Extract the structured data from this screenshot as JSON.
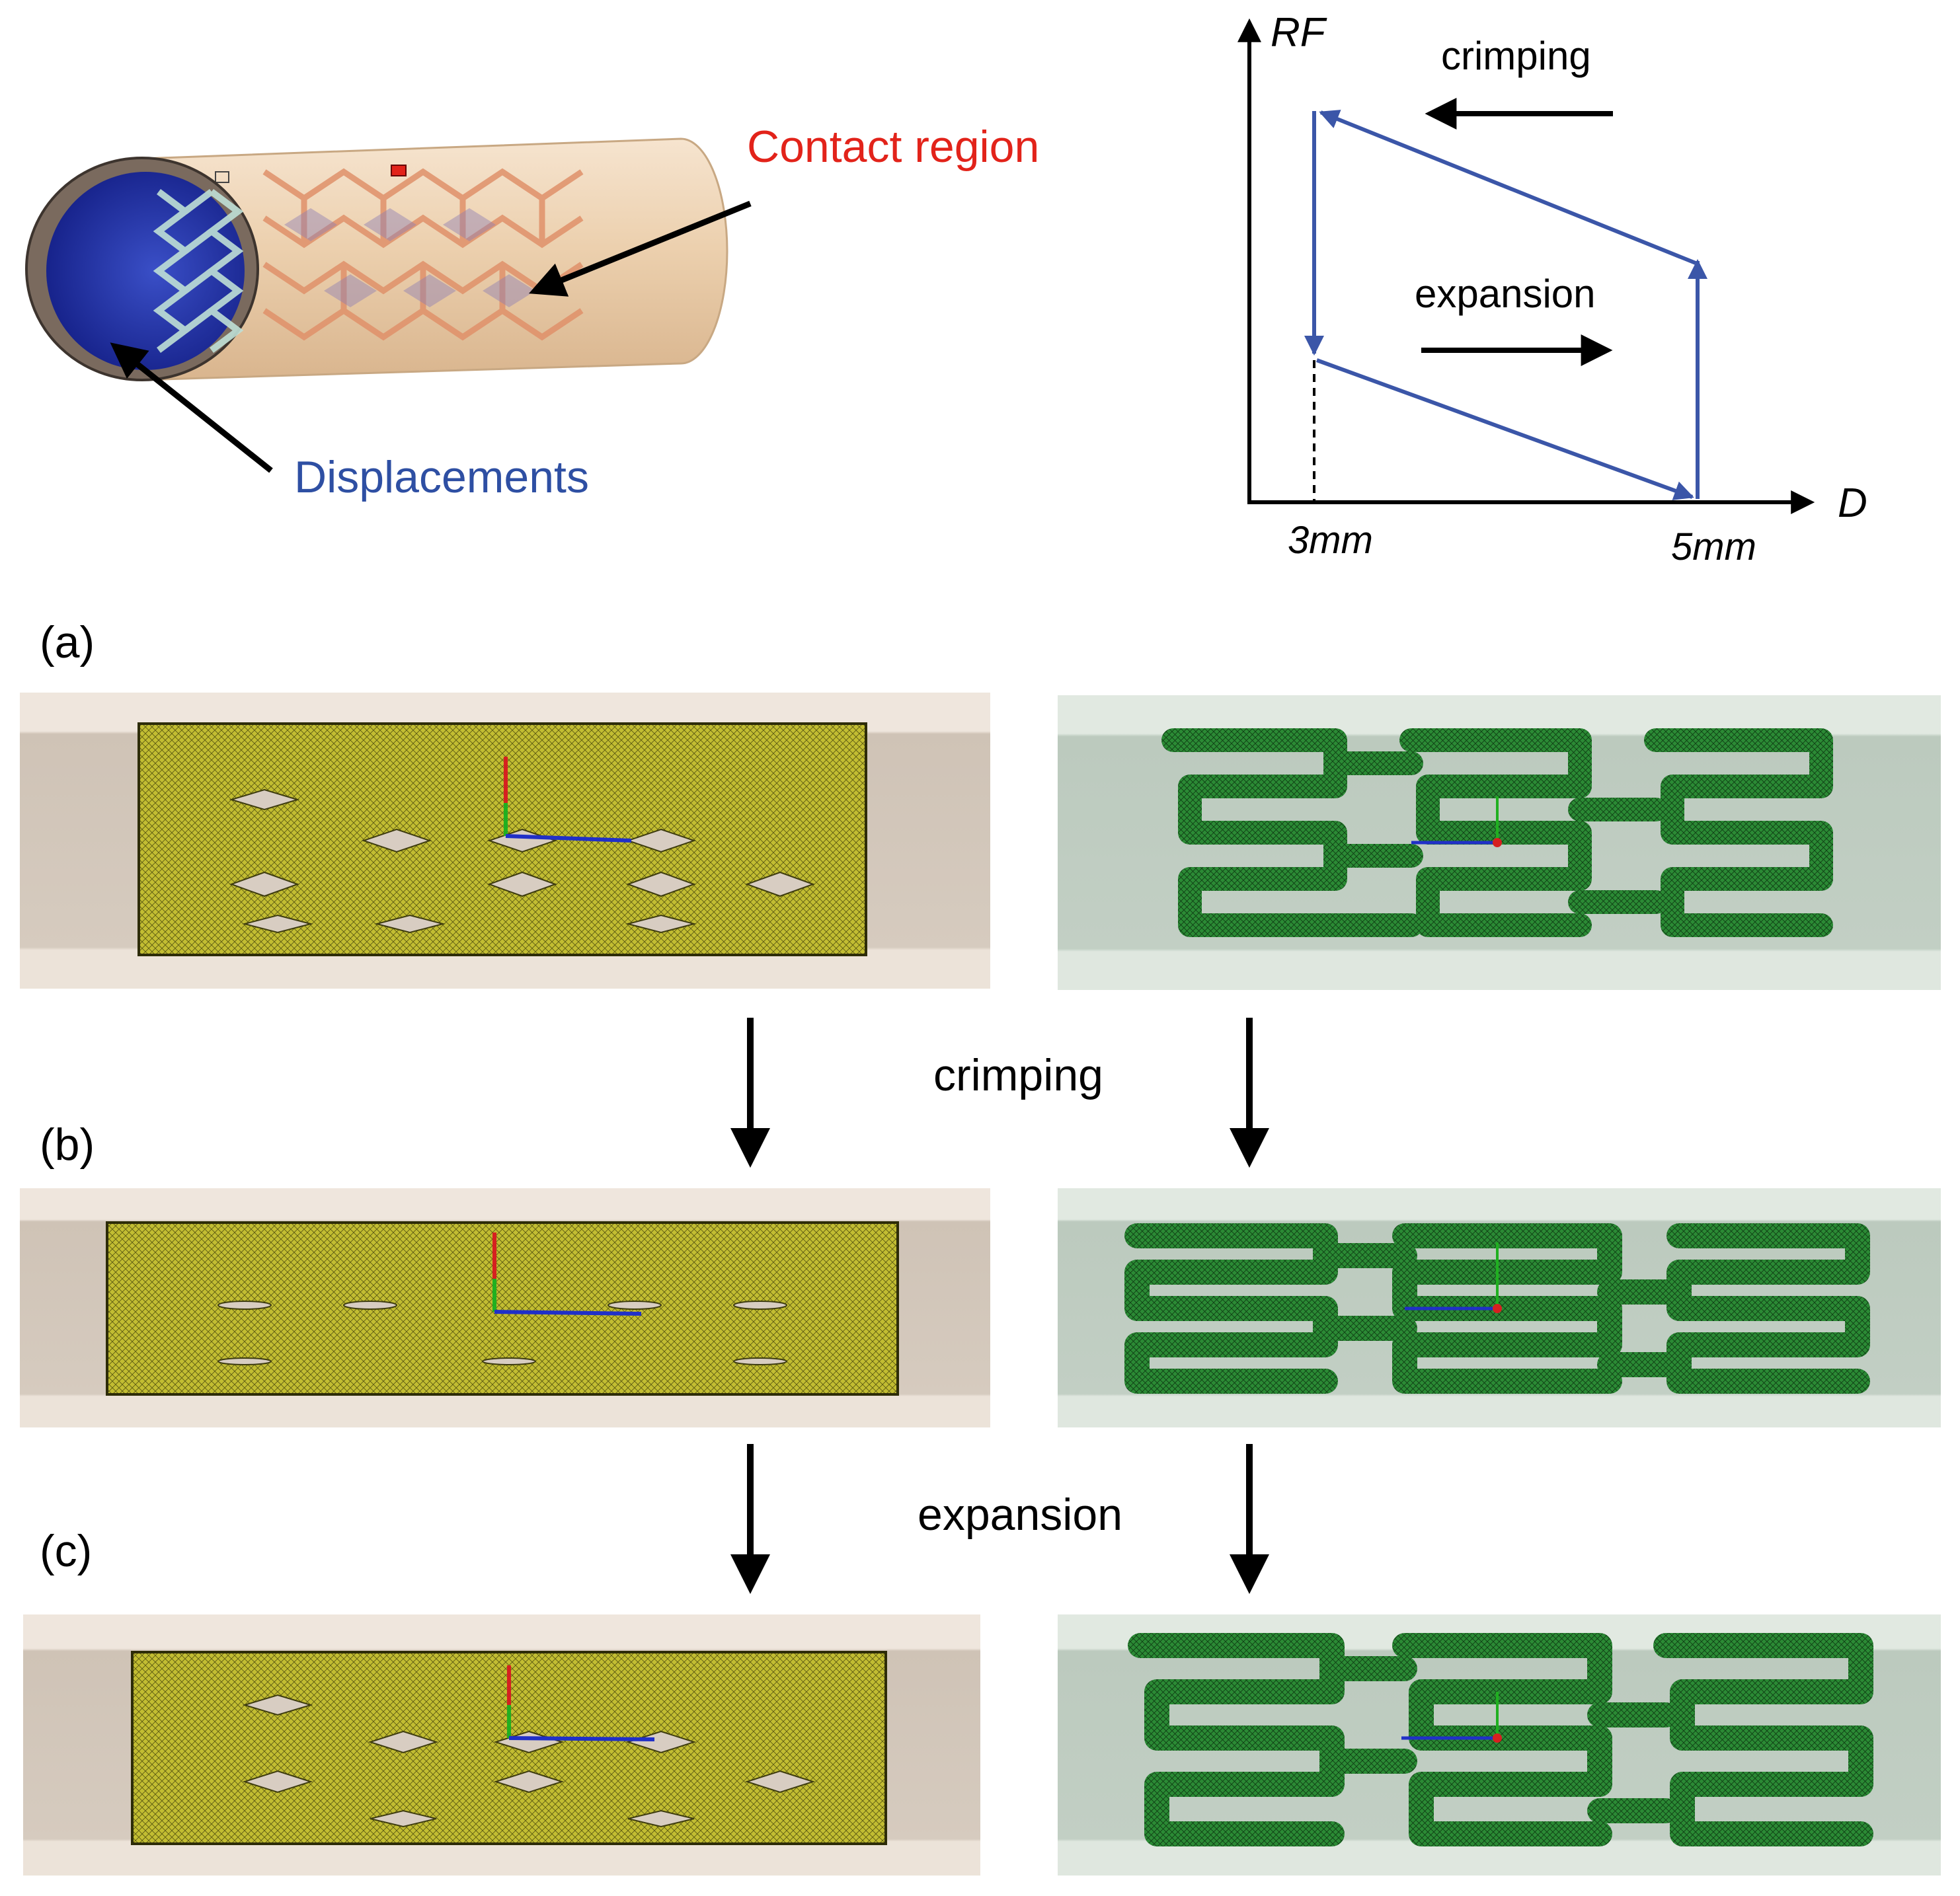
{
  "top_left": {
    "contact_label": "Contact region",
    "displacement_label": "Displacements",
    "colors": {
      "contact": "#e2231a",
      "displacement": "#2e4fa3",
      "tube": "#eccfae",
      "lumen": "#1f2fa0"
    }
  },
  "graph": {
    "y_axis_label": "RF",
    "x_axis_label": "D",
    "tick_3": "3mm",
    "tick_5": "5mm",
    "crimping_label": "crimping",
    "expansion_label": "expansion",
    "loop_color": "#3b56a8"
  },
  "stages": {
    "a": "(a)",
    "b": "(b)",
    "c": "(c)",
    "crimping_label": "crimping",
    "expansion_label": "expansion",
    "colors": {
      "stent_left": "#b9b42c",
      "stent_right": "#237a2f",
      "tube_left": "#d8cdc2",
      "tube_right": "#c6d1c7"
    }
  }
}
